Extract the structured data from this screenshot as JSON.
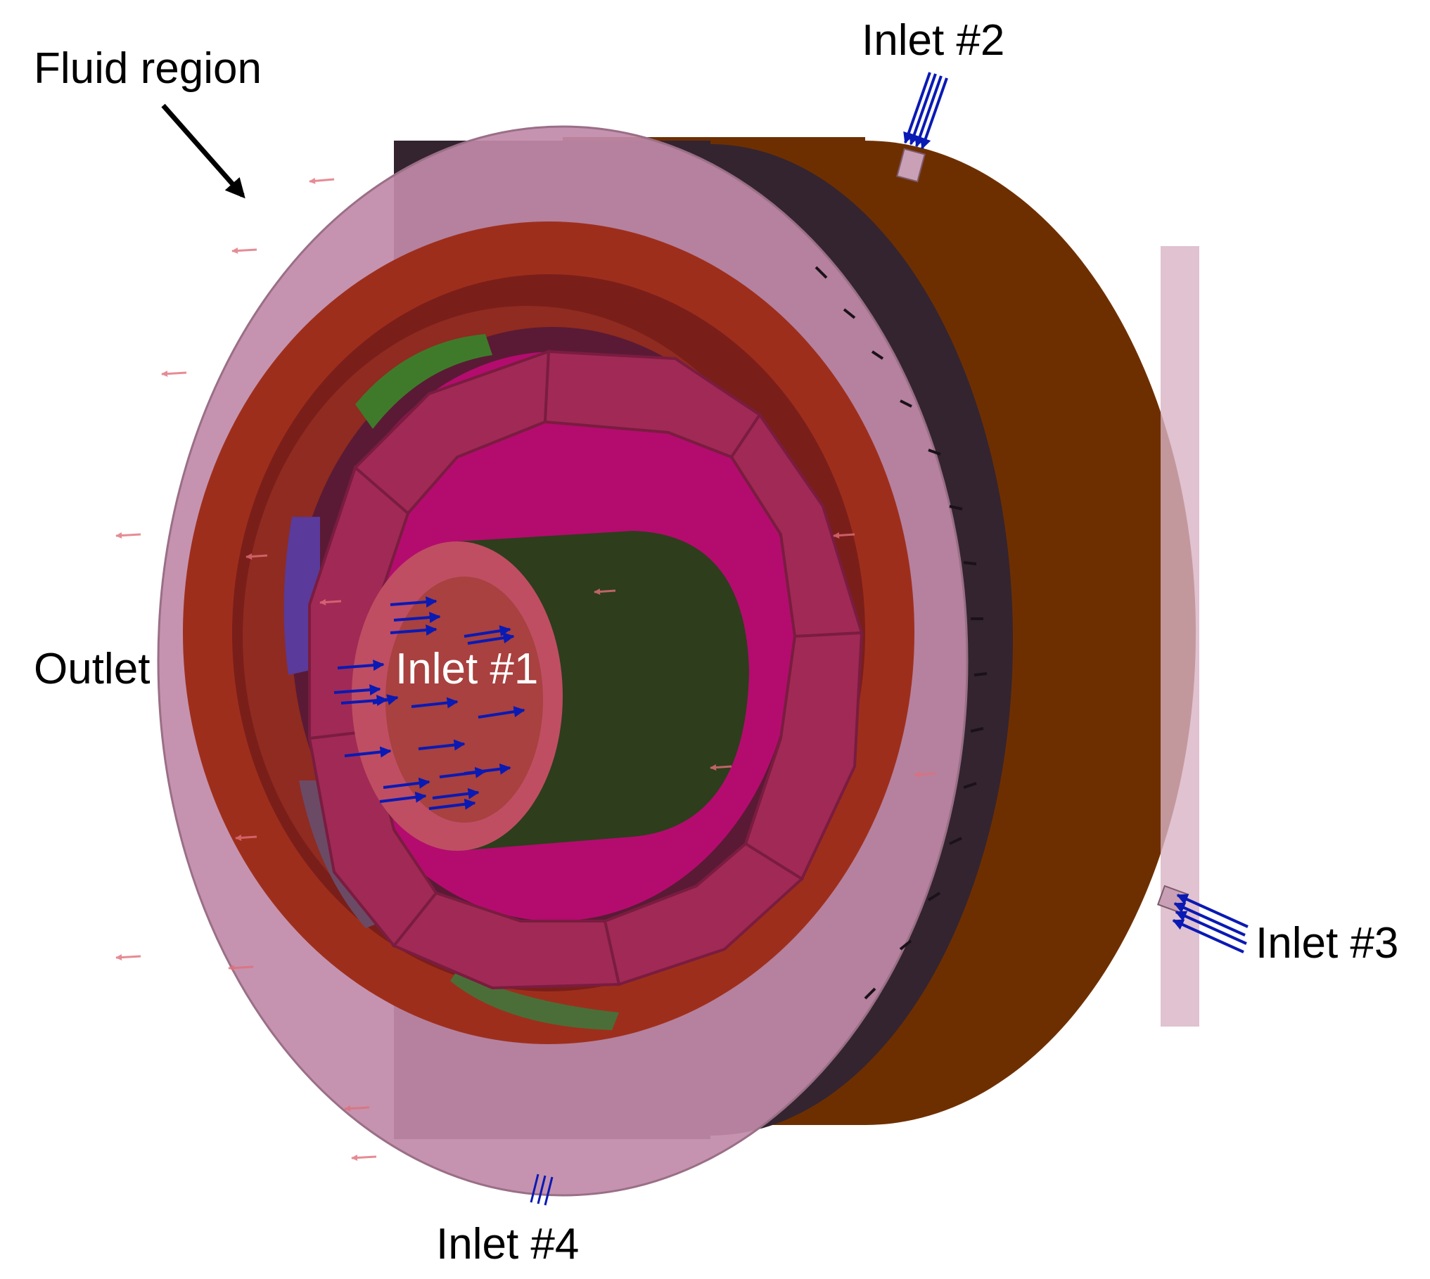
{
  "labels": {
    "fluid_region": "Fluid region",
    "inlet_2": "Inlet #2",
    "outlet": "Outlet",
    "inlet_1": "Inlet #1",
    "inlet_3": "Inlet #3",
    "inlet_4": "Inlet #4"
  },
  "colors": {
    "fluid_shell": "#c08aa8",
    "housing_dark": "#332430",
    "housing_copper": "#6e2f00",
    "stator_ring": "#9e2e1c",
    "stator_ring_inner": "#7a1e1a",
    "coil": "#a02a55",
    "rotor": "#b30c6e",
    "shaft": "#2e3d1c",
    "shaft_face": "#bf4e63",
    "magnet_green": "#3f7a2a",
    "magnet_purple": "#5a3a9a",
    "inlet_arrow": "#0a1ab4",
    "outlet_arrow": "#e06f7a"
  },
  "icons": {
    "fluid_pointer": "arrow-pointer-icon",
    "inlet_flow": "flow-arrow-icon"
  }
}
